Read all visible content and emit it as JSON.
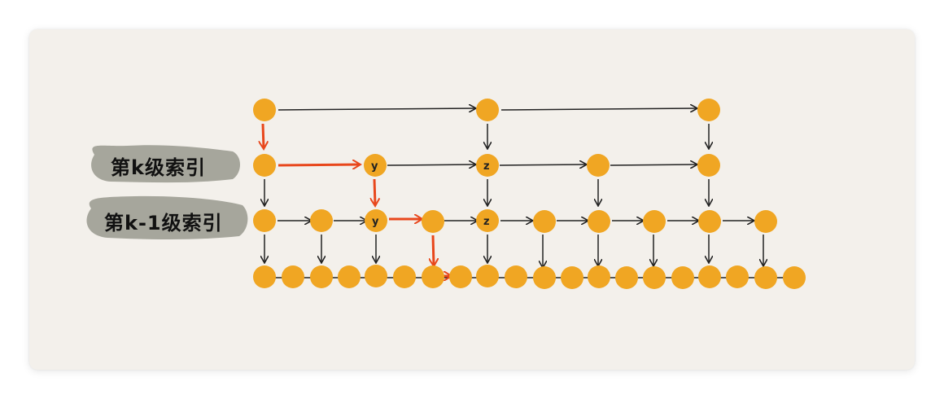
{
  "diagram": {
    "labels": {
      "level_k": "第k级索引",
      "level_k_minus_1": "第k-1级索引"
    },
    "node_labels": {
      "y": "y",
      "z": "z"
    },
    "colors": {
      "node": "#f0a623",
      "arrow": "#222222",
      "search_path": "#e8471c",
      "label_bubble": "#a6a69c"
    }
  }
}
